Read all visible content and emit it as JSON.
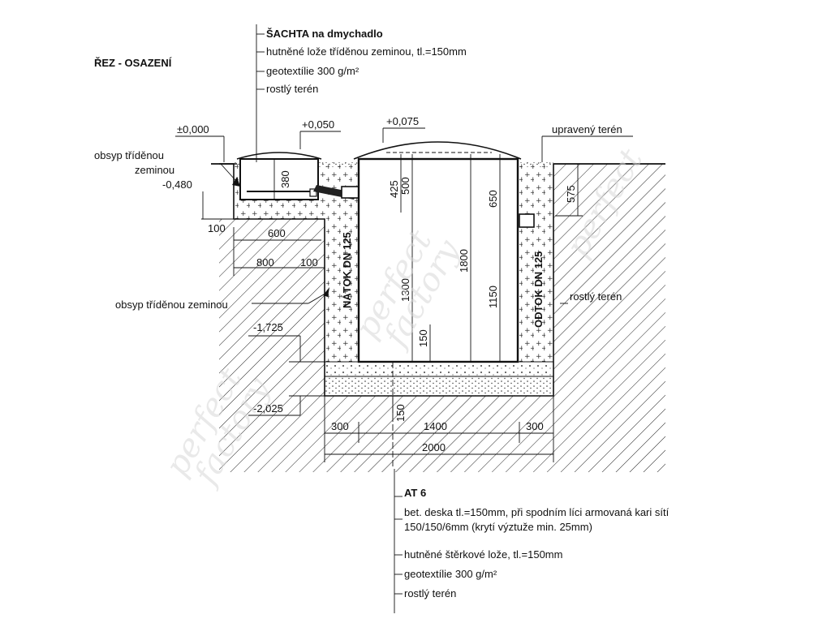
{
  "title": "ŘEZ - OSAZENÍ",
  "shaft_callout": [
    "ŠACHTA na dmychadlo",
    "hutněné lože tříděnou zeminou, tl.=150mm",
    "geotextílie 300 g/m²",
    "rostlý terén"
  ],
  "levels": {
    "zero": "±0,000",
    "shaft_top": "+0,050",
    "tank_top": "+0,075",
    "shaft_bottom": "-0,480",
    "tank_bottom": "-1,725",
    "excavation_bottom": "-2,025"
  },
  "labels": {
    "upraveny_teren": "upravený terén",
    "obsyp_1": "obsyp tříděnou",
    "obsyp_2": "zeminou",
    "obsyp_full": "obsyp tříděnou zeminou",
    "rostly_teren_right": "rostlý terén",
    "inlet": "NÁTOK DN 125",
    "outlet": "ODTOK DN 125"
  },
  "dimensions": {
    "d380": "380",
    "d425": "425",
    "d500": "500",
    "d650": "650",
    "d575": "575",
    "d1800": "1800",
    "d1300": "1300",
    "d1150": "1150",
    "d150_inner": "150",
    "d150_base": "150",
    "d100_left": "100",
    "d600": "600",
    "d800": "800",
    "d100_mid": "100",
    "d300_left": "300",
    "d1400": "1400",
    "d300_right": "300",
    "d2000": "2000"
  },
  "base_callout": {
    "title": "AT 6",
    "lines": [
      "bet. deska tl.=150mm, při spodním líci armovaná kari sítí",
      "150/150/6mm (krytí výztuže min. 25mm)",
      "hutněné štěrkové lože, tl.=150mm",
      "geotextílie 300 g/m²",
      "rostlý terén"
    ]
  },
  "watermark": [
    "perfect",
    "factory"
  ]
}
